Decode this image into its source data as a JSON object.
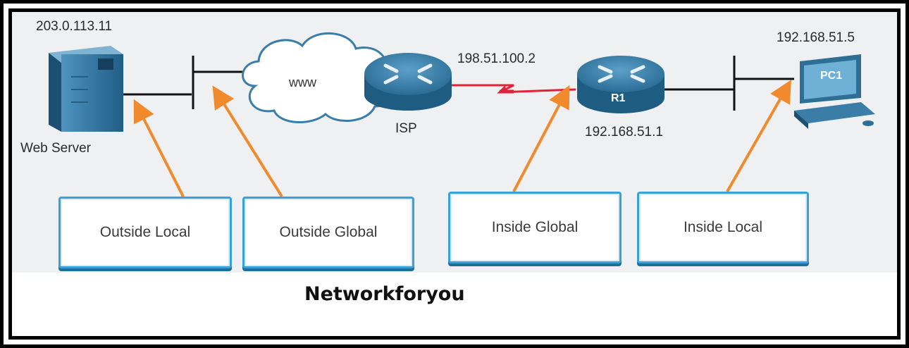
{
  "devices": {
    "web_server": {
      "label": "Web Server",
      "ip": "203.0.113.11"
    },
    "cloud": {
      "label": "www"
    },
    "isp": {
      "label": "ISP",
      "ip": "198.51.100.2"
    },
    "r1": {
      "label": "R1",
      "ip": "192.168.51.1"
    },
    "pc1": {
      "label": "PC1",
      "ip": "192.168.51.5"
    }
  },
  "boxes": [
    {
      "label": "Outside Local"
    },
    {
      "label": "Outside Global"
    },
    {
      "label": "Inside Global"
    },
    {
      "label": "Inside Local"
    }
  ],
  "caption": "Networkforyou",
  "colors": {
    "arrow": "#f08a2c",
    "serial_link": "#e0233a",
    "box_border": "#3aa0dc",
    "device_blue": "#2f6f96"
  }
}
